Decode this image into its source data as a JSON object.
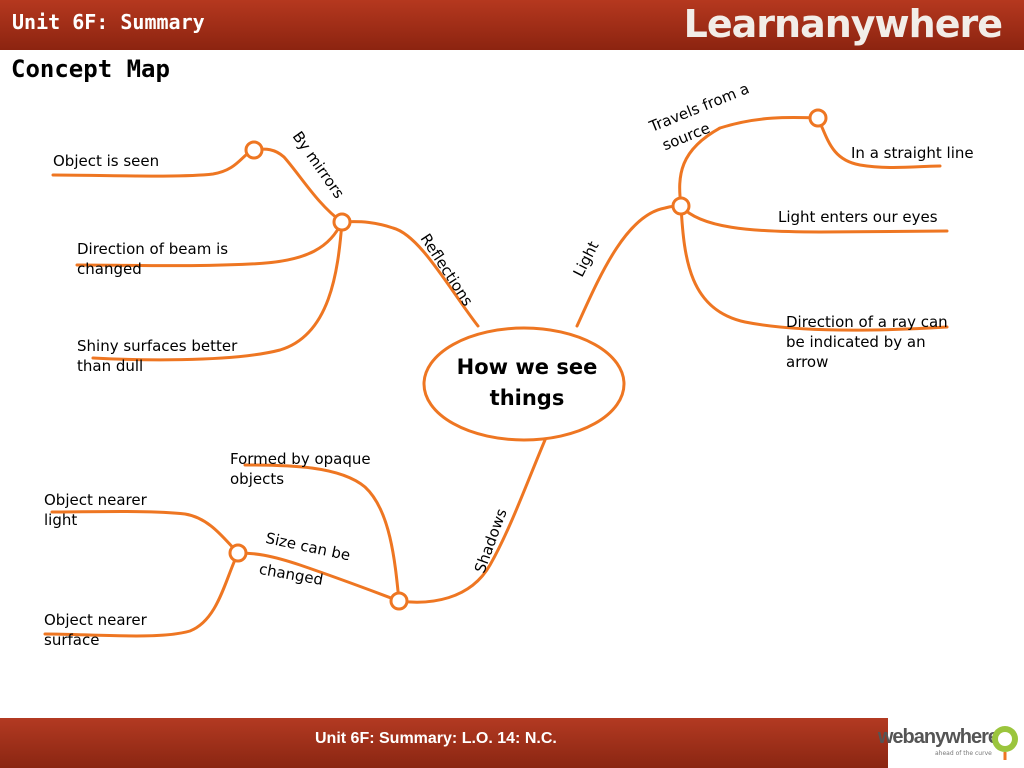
{
  "header": {
    "title": "Unit 6F: Summary",
    "logo": "Learnanywhere"
  },
  "page": {
    "title": "Concept Map"
  },
  "diagram": {
    "central": "How we see things",
    "branches": {
      "reflections": "Reflections",
      "by_mirrors": "By mirrors",
      "light": "Light",
      "travels": "Travels from a source",
      "shadows": "Shadows",
      "size_can_be": "Size can be changed"
    },
    "leaves": {
      "object_seen": "Object is seen",
      "direction_beam": "Direction of beam is changed",
      "shiny_surfaces": "Shiny surfaces better than dull",
      "straight_line": "In a straight line",
      "light_enters": "Light enters our eyes",
      "direction_ray": "Direction of a ray can be indicated by an arrow",
      "formed_opaque": "Formed by opaque objects",
      "nearer_light": "Object nearer light",
      "nearer_surface": "Object nearer surface"
    },
    "line_color": "#ee7622"
  },
  "footer": {
    "text": "Unit 6F: Summary: L.O. 14: N.C.",
    "logo": "webanywhere",
    "tagline": "ahead of the curve"
  }
}
